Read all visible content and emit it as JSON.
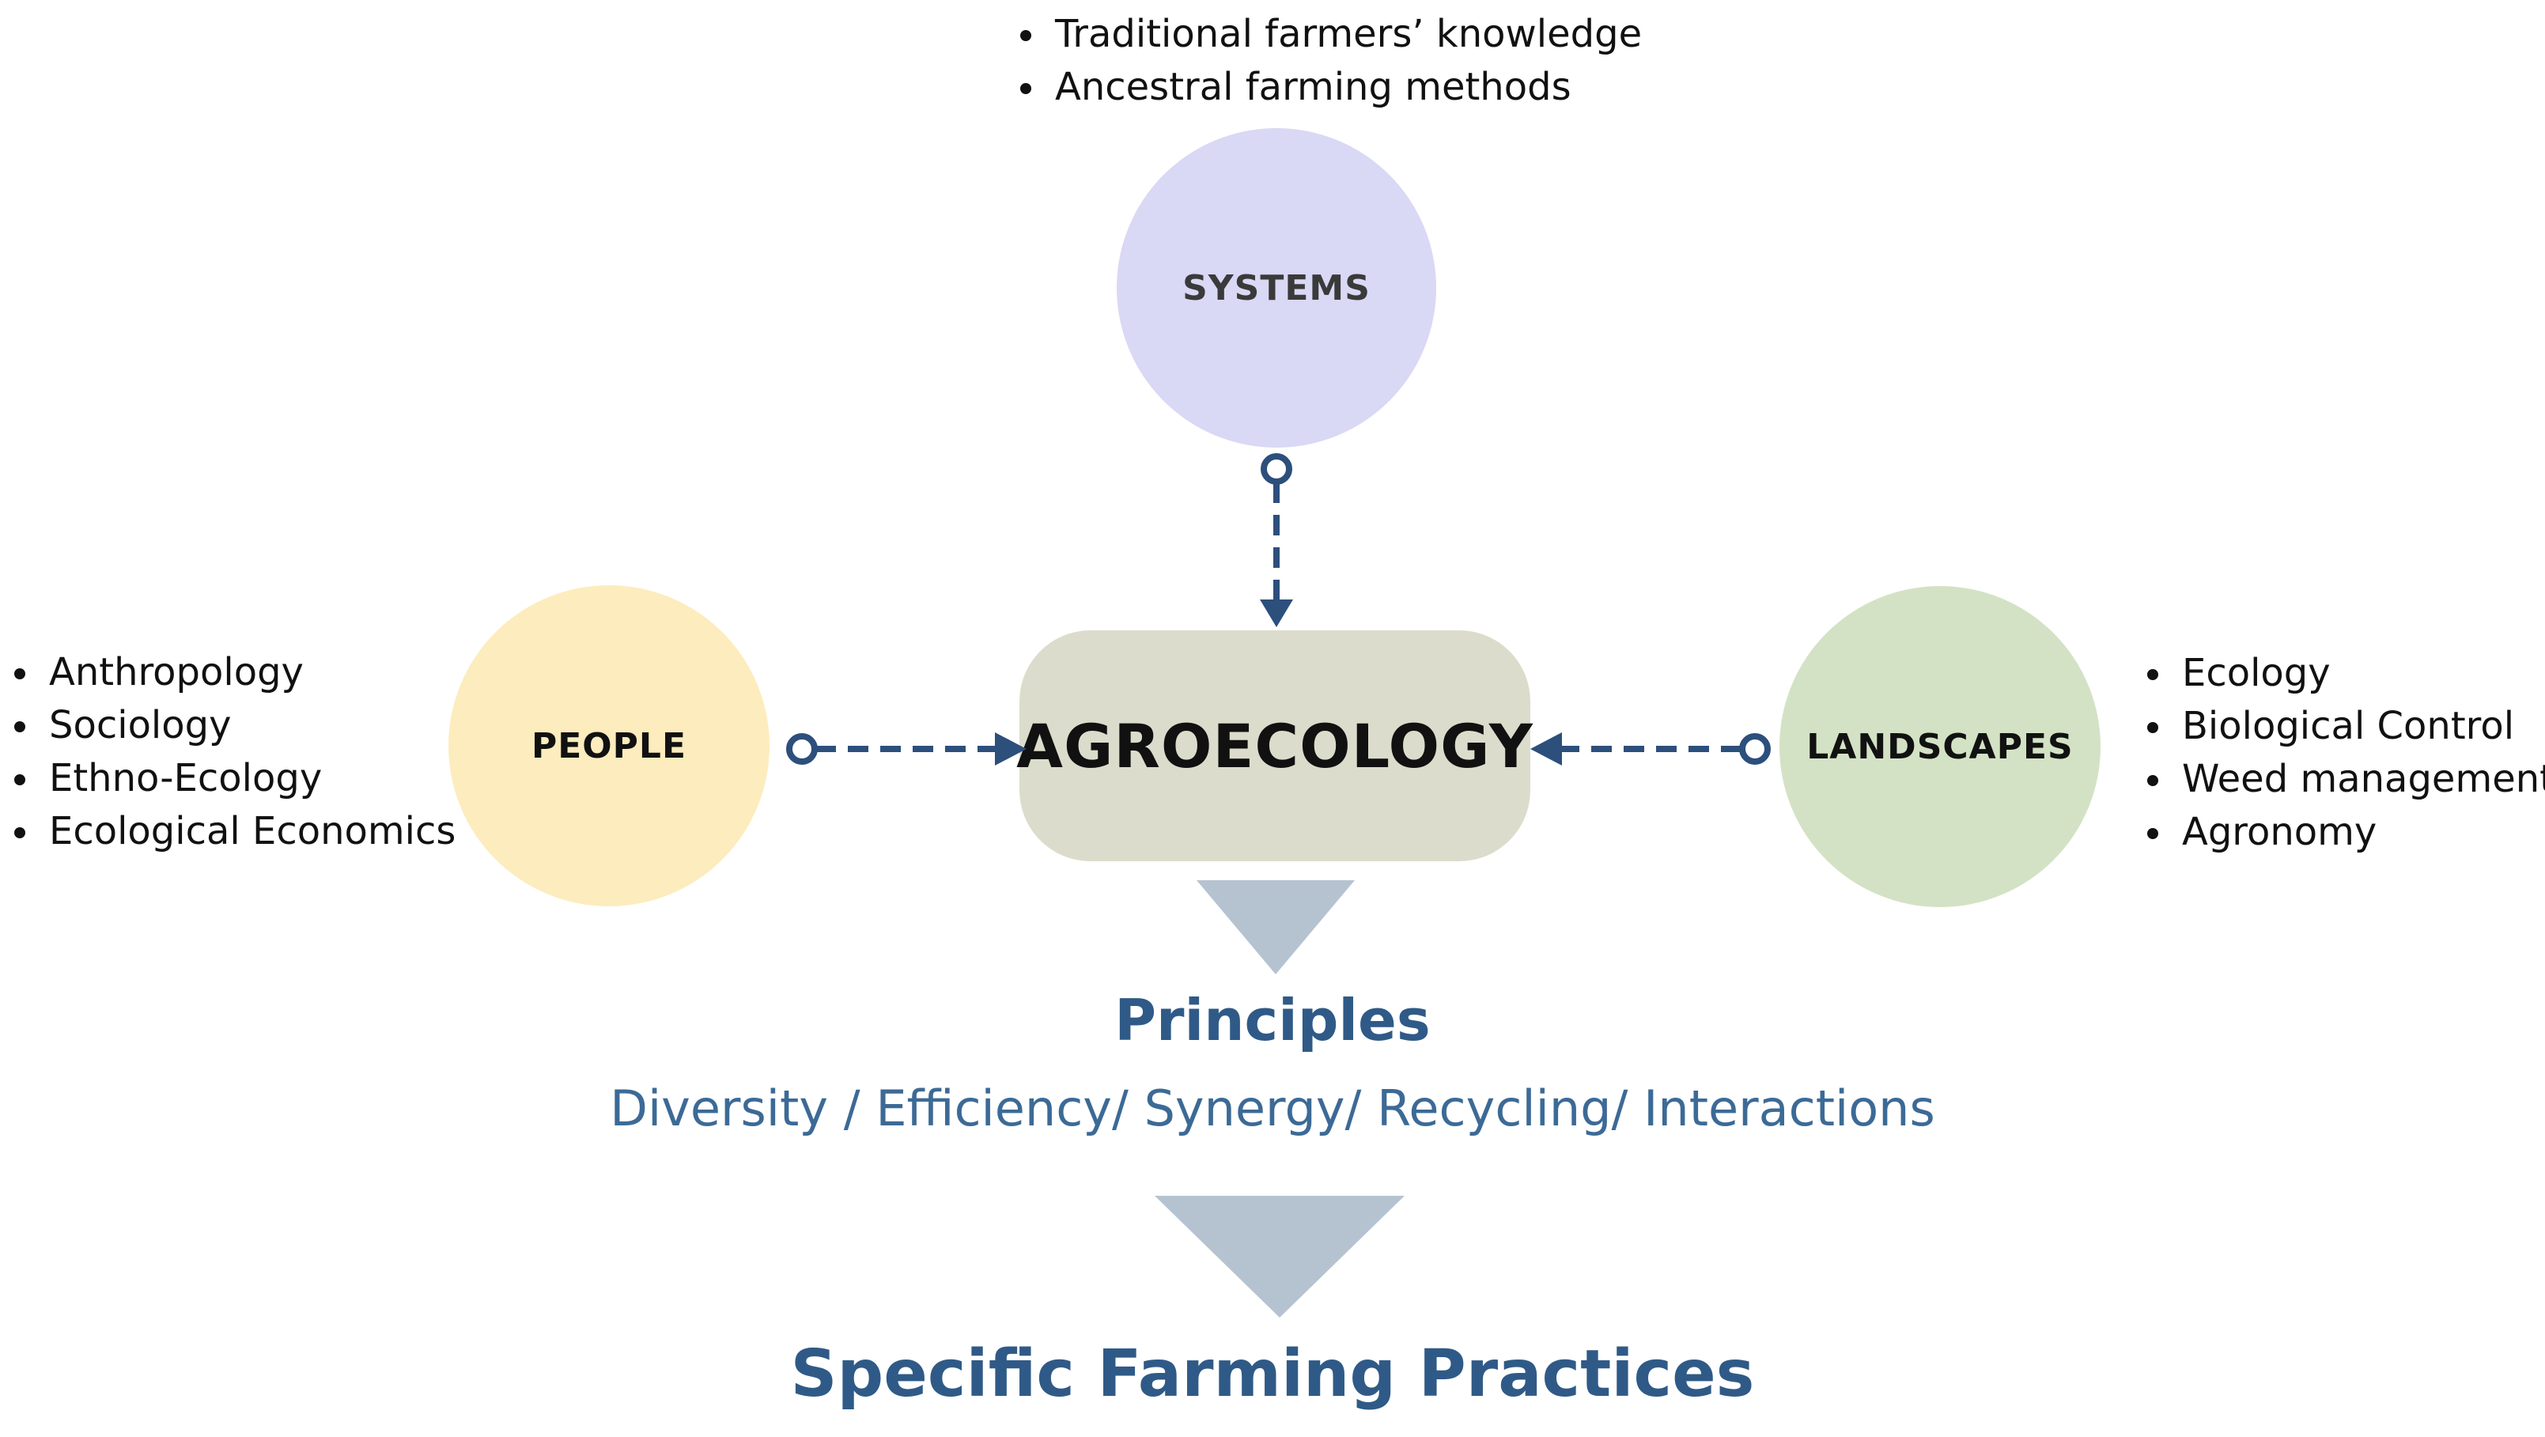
{
  "systems": {
    "label": "SYSTEMS",
    "items": [
      "Traditional farmers’ knowledge",
      "Ancestral farming methods"
    ]
  },
  "people": {
    "label": "PEOPLE",
    "items": [
      "Anthropology",
      "Sociology",
      "Ethno-Ecology",
      "Ecological Economics"
    ]
  },
  "landscapes": {
    "label": "LANDSCAPES",
    "items": [
      "Ecology",
      "Biological Control",
      "Weed management",
      "Agronomy"
    ]
  },
  "center": {
    "label": "AGROECOLOGY"
  },
  "principles": {
    "title": "Principles",
    "list": "Diversity / Efficiency/ Synergy/ Recycling/ Interactions"
  },
  "practices": {
    "title": "Specific Farming Practices"
  },
  "colors": {
    "systems": "#d9d8f5",
    "people": "#fdecbd",
    "landscapes": "#d3e2c4",
    "center": "#dcdccc",
    "connector": "#2c4f7c",
    "funnel": "#b5c3d1",
    "heading": "#2f5a87"
  }
}
